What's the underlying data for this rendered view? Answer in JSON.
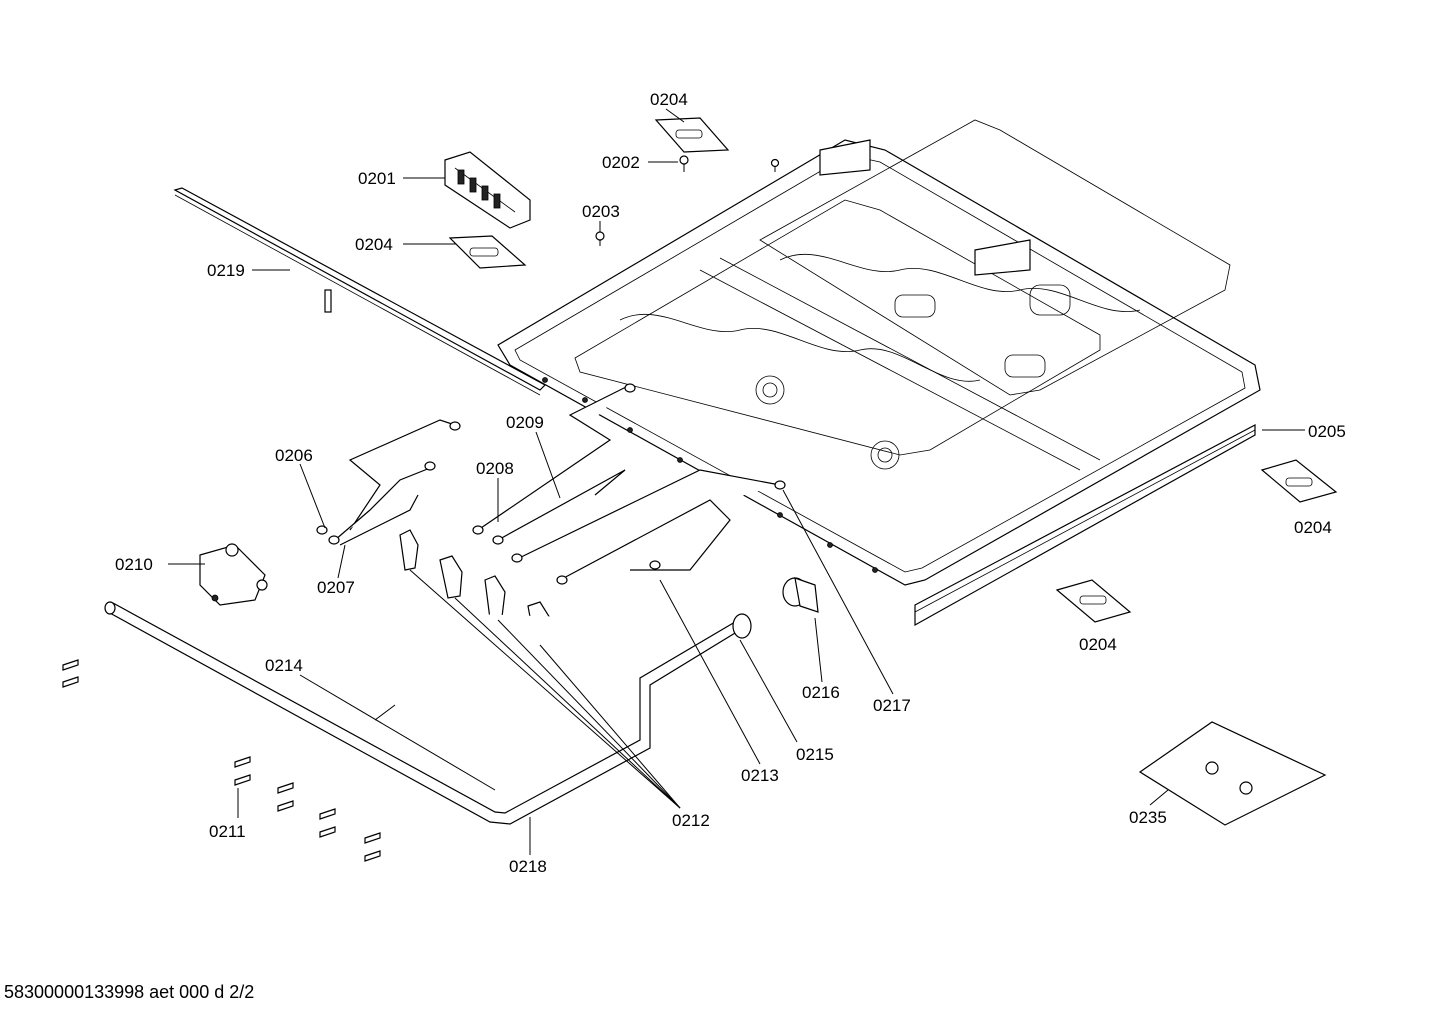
{
  "labels": {
    "l0204a": "0204",
    "l0202": "0202",
    "l0201": "0201",
    "l0203": "0203",
    "l0204b": "0204",
    "l0219": "0219",
    "l0209": "0209",
    "l0206": "0206",
    "l0208": "0208",
    "l0210": "0210",
    "l0207": "0207",
    "l0205": "0205",
    "l0204c": "0204",
    "l0204d": "0204",
    "l0214": "0214",
    "l0216": "0216",
    "l0217": "0217",
    "l0215": "0215",
    "l0213": "0213",
    "l0212": "0212",
    "l0211": "0211",
    "l0218": "0218",
    "l0235": "0235"
  },
  "footer": "58300000133998 aet 000 d 2/2"
}
